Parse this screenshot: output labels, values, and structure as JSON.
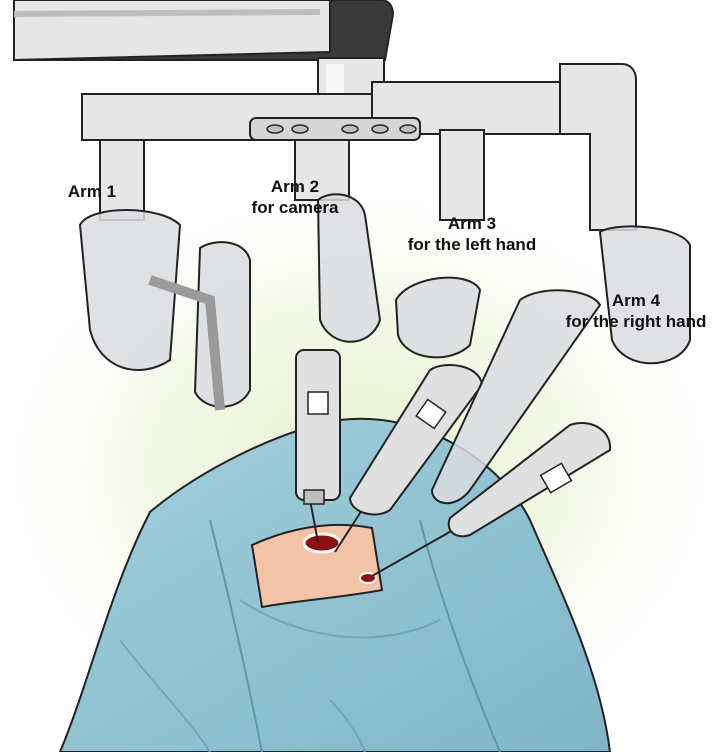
{
  "labels": {
    "arm1": {
      "line1": "Arm 1",
      "line2": ""
    },
    "arm2": {
      "line1": "Arm 2",
      "line2": "for camera"
    },
    "arm3": {
      "line1": "Arm 3",
      "line2": "for the left hand"
    },
    "arm4": {
      "line1": "Arm 4",
      "line2": "for the right hand"
    }
  },
  "colors": {
    "frame": "#e6e6e6",
    "frame_shadow": "#bdbdbd",
    "frame_dark": "#3a3a3a",
    "drape": "#d9dce0",
    "sheet": "#8fc3d3",
    "sheet_dark": "#6fa7ba",
    "skin": "#f2c3a6",
    "incision": "#8c1010",
    "glow": "#e3efc7",
    "outline": "#222222"
  }
}
